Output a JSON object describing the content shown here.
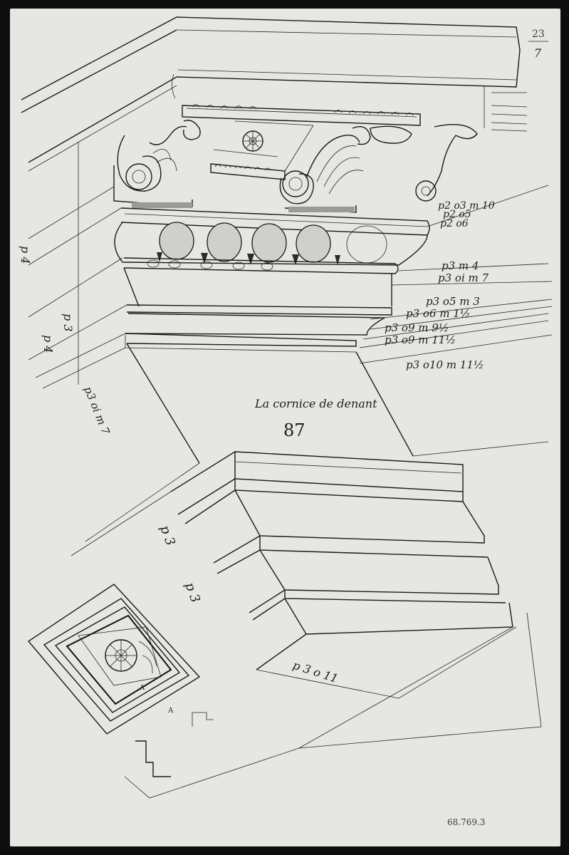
{
  "sheet": {
    "caption": "La cornice de denant",
    "plate_number": "87",
    "folio_top": "23",
    "folio_bottom": "7",
    "accession": "68.769.3"
  },
  "right_annotations": [
    "p3 m 4",
    "p3 oi m 7",
    "p3 o5 m 3",
    "p3 o6 m 1½",
    "p3 o9 m 9½",
    "p3 o9 m 11½",
    "p3 o10 m 11½"
  ],
  "capital_annotations": [
    "p2 o3 m 10",
    "p2 o5",
    "p2 o6"
  ],
  "left_annotations": [
    "p 4",
    "p3 oi m 7",
    "p 3",
    "p 4"
  ],
  "base_annotations": [
    "p 3",
    "p 3",
    "p 3 o 11",
    "A",
    "A"
  ],
  "colors": {
    "paper": "#e6e6e3",
    "ink": "#1a1a1a",
    "frame": "#0d0d0d"
  }
}
